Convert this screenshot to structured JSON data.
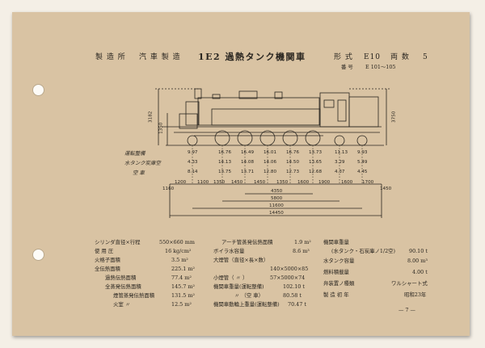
{
  "header": {
    "maker_label": "製 造 所",
    "maker_name": "汽 車 製 造",
    "title": "1E2 過熱タンク機関車",
    "type_label": "形 式",
    "type_value": "E10",
    "count_label": "両 数",
    "count_value": "5",
    "number_label": "番 号",
    "number_value": "E 101～105"
  },
  "drawing": {
    "vertical_dims": [
      "3182",
      "1350",
      "3750"
    ],
    "side_labels": [
      "運転整備",
      "水タンク炭庫空",
      "空 車"
    ],
    "axle_loads": [
      [
        "9.97",
        "16.76",
        "16.49",
        "16.01",
        "16.76",
        "13.73",
        "11.13",
        "9.93"
      ],
      [
        "4.33",
        "14.13",
        "14.08",
        "14.06",
        "14.50",
        "13.65",
        "3.29",
        "5.49"
      ],
      [
        "8.14",
        "13.75",
        "13.71",
        "12.80",
        "12.73",
        "12.68",
        "4.37",
        "4.45"
      ]
    ],
    "spacing_dims": [
      "1200",
      "1100",
      "1350",
      "1450",
      "1450",
      "1350",
      "1600",
      "1900",
      "1600",
      "1700"
    ],
    "end_left": "1160",
    "end_right": "1450",
    "overall_dims": [
      "4350",
      "5800",
      "11600",
      "14450"
    ]
  },
  "specs": {
    "col1": [
      {
        "label": "シリンダ直径×行程",
        "value": "550×660 mm"
      },
      {
        "label": "使 用 圧",
        "value": "16 kg/cm²"
      },
      {
        "label": "火格子面積",
        "value": "3.5 m²"
      },
      {
        "label": "全伝熱面積",
        "value": "225.1 m²"
      },
      {
        "label": "過熱伝熱面積",
        "value": "77.4 m²"
      },
      {
        "label": "全蒸発伝熱面積",
        "value": "145.7 m²"
      },
      {
        "label": "煙管蒸発伝熱面積",
        "value": "131.5 m²"
      },
      {
        "label": "火室 〃",
        "value": "12.5 m²"
      }
    ],
    "col2": [
      {
        "label": "アーチ管蒸発伝熱面積",
        "value": "1.9 m²"
      },
      {
        "label": "ボイラ水容量",
        "value": "8.6 m³"
      },
      {
        "label": "大煙管（直径×長×数）",
        "value": ""
      },
      {
        "label": "",
        "value": "140×5000×85"
      },
      {
        "label": "小煙管（ 〃 ）",
        "value": "57×5000×74"
      },
      {
        "label": "機関車重量(運転整備)",
        "value": "102.10 t"
      },
      {
        "label": "〃 （空 車）",
        "value": "80.58 t"
      },
      {
        "label": "機関車動輪上重量(運転整備)",
        "value": "70.47 t"
      }
    ],
    "col3": [
      {
        "label": "機関車重量",
        "value": ""
      },
      {
        "label": "(水タンク・石炭庫ノ1/2空)",
        "value": "90.10 t"
      },
      {
        "label": "水タンク容量",
        "value": "8.00 m³"
      },
      {
        "label": "燃料積載量",
        "value": "4.00 t"
      },
      {
        "label": "弁装置ノ種類",
        "value": "ワルシャート式"
      },
      {
        "label": "製 造 初 年",
        "value": "昭和23年"
      }
    ]
  },
  "page_number": "— 7 —"
}
